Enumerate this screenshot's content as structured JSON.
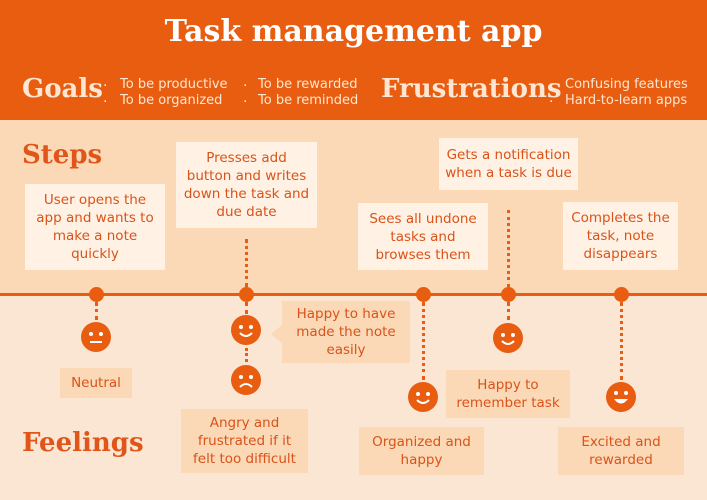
{
  "title": "Task management app",
  "goals": {
    "label": "Goals",
    "items": [
      "To be productive",
      "To be organized",
      "To be rewarded",
      "To be reminded"
    ]
  },
  "frustrations": {
    "label": "Frustrations",
    "items": [
      "Confusing features",
      "Hard-to-learn apps"
    ]
  },
  "sections": {
    "steps": "Steps",
    "feelings": "Feelings"
  },
  "steps": [
    "User opens the app and wants to make a note quickly",
    "Presses add button and writes down the task and due date",
    "Sees all undone tasks and browses them",
    "Gets a notification when a task is due",
    "Completes the task, note disappears"
  ],
  "feelings": [
    "Neutral",
    "Happy to have made the note easily",
    "Angry and frustrated if it felt too difficult",
    "Organized and happy",
    "Happy to remember task",
    "Excited and rewarded"
  ],
  "colors": {
    "accent": "#e85d10",
    "light": "#fbe6d4",
    "band": "#fbd8b6"
  },
  "faces": [
    "neutral-face-icon",
    "smile-face-icon",
    "sad-face-icon",
    "smile-face-icon",
    "smile-face-icon",
    "excited-face-icon"
  ]
}
